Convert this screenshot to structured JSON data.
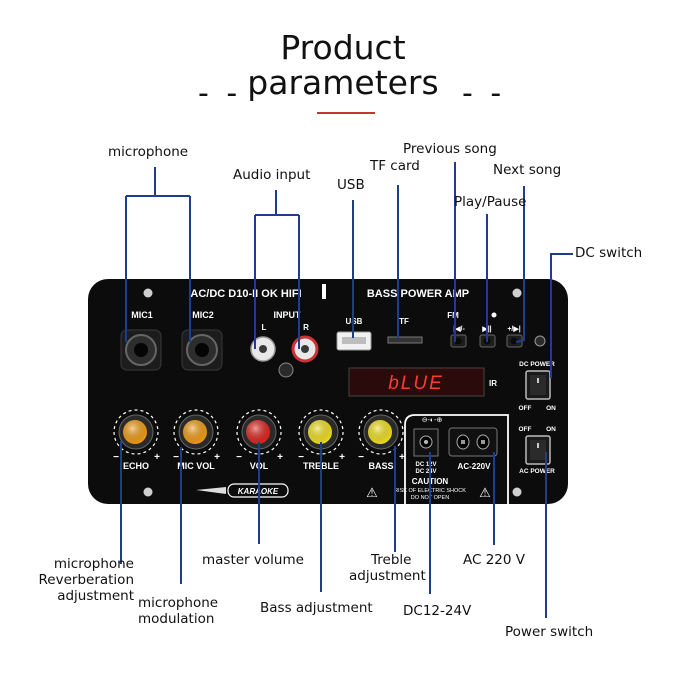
{
  "header": {
    "title_line1": "Product",
    "title_line2": "parameters",
    "dash_left": "- -",
    "dash_right": "- -",
    "accent_color": "#c0392b"
  },
  "callouts": {
    "microphone": "microphone",
    "audio_input": "Audio input",
    "usb": "USB",
    "tf_card": "TF card",
    "previous_song": "Previous song",
    "play_pause": "Play/Pause",
    "next_song": "Next song",
    "dc_switch": "DC switch",
    "mic_reverb_l1": "microphone",
    "mic_reverb_l2": "Reverberation",
    "mic_reverb_l3": "adjustment",
    "master_volume": "master volume",
    "mic_mod_l1": "microphone",
    "mic_mod_l2": "modulation",
    "bass_adjustment": "Bass adjustment",
    "treble_l1": "Treble",
    "treble_l2": "adjustment",
    "dc_input": "DC12-24V",
    "ac_input": "AC 220 V",
    "power_switch": "Power switch"
  },
  "board": {
    "model": "AC/DC D10-II OK HIFI",
    "amp_label": "BASS POWER AMP",
    "mic1": "MIC1",
    "mic2": "MIC2",
    "input_label": "INPUT",
    "input_l": "L",
    "input_r": "R",
    "usb_label": "USB",
    "tf_label": "TF",
    "fm_label": "FM",
    "btn_prev": "|◀/-",
    "btn_play": "▶||",
    "btn_next": "+/▶|",
    "display_text": "bLUE",
    "ir_label": "IR",
    "dc_power": "DC POWER",
    "ac_power": "AC POWER",
    "off": "OFF",
    "on": "ON",
    "knob_echo": "ECHO",
    "knob_micvol": "MIC VOL",
    "knob_vol": "VOL",
    "knob_treble": "TREBLE",
    "knob_bass": "BASS",
    "dc_jack_label_l1": "DC 12V",
    "dc_jack_label_l2": "DC 24V",
    "ac_socket_label": "AC-220V",
    "caution": "CAUTION",
    "caution_l2": "RISK OF ELECTRIC SHOCK",
    "caution_l3": "DO NOT OPEN",
    "karaoke": "KARAOKE",
    "knob_colors": [
      "#f39c12",
      "#f39c12",
      "#e0251f",
      "#f2e21b",
      "#f2e21b"
    ],
    "display_color": "#ff3b2f",
    "panel_color": "#0c0c0c",
    "leader_color": "#1f3d8a"
  }
}
